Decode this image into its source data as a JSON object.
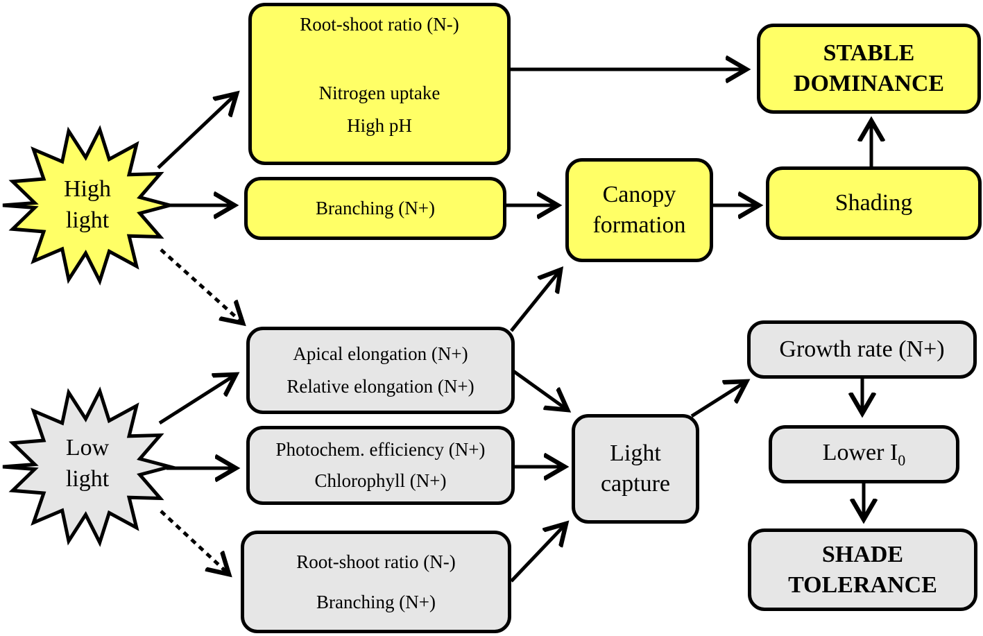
{
  "colors": {
    "yellow": "#ffff66",
    "grey": "#e6e6e6",
    "stroke": "#000000"
  },
  "stars": {
    "high_light": {
      "line1": "High",
      "line2": "light"
    },
    "low_light": {
      "line1": "Low",
      "line2": "light"
    }
  },
  "boxes": {
    "root_shoot_high": {
      "line1": "Root-shoot ratio (N-)",
      "line2": "Nitrogen uptake",
      "line3": "High pH"
    },
    "branching_high": {
      "line1": "Branching (N+)"
    },
    "canopy": {
      "line1": "Canopy",
      "line2": "formation"
    },
    "shading": {
      "line1": "Shading"
    },
    "stable_dominance": {
      "line1": "STABLE",
      "line2": "DOMINANCE"
    },
    "elongation": {
      "line1": "Apical elongation (N+)",
      "line2": "Relative elongation (N+)"
    },
    "photochem": {
      "line1": "Photochem. efficiency (N+)",
      "line2": "Chlorophyll (N+)"
    },
    "root_shoot_low": {
      "line1": "Root-shoot ratio (N-)",
      "line2": "Branching (N+)"
    },
    "light_capture": {
      "line1": "Light",
      "line2": "capture"
    },
    "growth_rate": {
      "line1": "Growth rate (N+)"
    },
    "lower_i0": {
      "text": "Lower I",
      "subscript": "0"
    },
    "shade_tolerance": {
      "line1": "SHADE",
      "line2": "TOLERANCE"
    }
  }
}
